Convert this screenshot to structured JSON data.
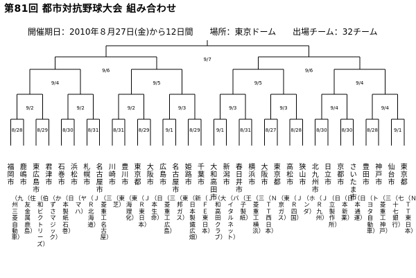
{
  "header": {
    "title": "第81回 都市対抗野球大会 組み合わせ",
    "info": "開催期日：2010年８月27日(金)から12日間　　場所：東京ドーム　　出場チーム：32チーム"
  },
  "bracket": {
    "final": "9/7",
    "semis": [
      "9/6",
      "9/6"
    ],
    "quarters": [
      "9/4",
      "9/5",
      "9/5",
      "9/4"
    ],
    "round2": [
      "9/2",
      "9/2",
      "9/2",
      "9/3",
      "9/3",
      "9/3",
      "9/4",
      "9/4"
    ],
    "round1": [
      "8/28",
      "8/29",
      "8/30",
      "8/31",
      "8/31",
      "8/29",
      "9/1",
      "8/29",
      "9/1",
      "8/31",
      "8/27",
      "8/28",
      "8/30",
      "8/30",
      "8/28",
      "9/1"
    ],
    "teams": [
      {
        "city": "福岡市",
        "company": "（九州三菱自動車）"
      },
      {
        "city": "鹿嶋市",
        "company": "（住友金属鹿島）"
      },
      {
        "city": "東広島市",
        "company": "（伯和ビクトリーズ）"
      },
      {
        "city": "君津市",
        "company": "（かずさマジック）"
      },
      {
        "city": "石巻市",
        "company": "（日本製紙石巻）"
      },
      {
        "city": "浜松市",
        "company": "（ヤマハ）"
      },
      {
        "city": "札幌市",
        "company": "（ＪＲ北海道）"
      },
      {
        "city": "名古屋市",
        "company": "（三菱重工名古屋）"
      },
      {
        "city": "川崎市",
        "company": "（東芝）"
      },
      {
        "city": "豊川市",
        "company": "（東海理化）"
      },
      {
        "city": "東京都",
        "company": "（ＪＲ東日本）"
      },
      {
        "city": "大阪市",
        "company": "（日本生命）"
      },
      {
        "city": "広島市",
        "company": "（三菱重工広島）"
      },
      {
        "city": "名古屋市",
        "company": "（東邦ガス）"
      },
      {
        "city": "姫路市",
        "company": "（新日本製鐵広畑）"
      },
      {
        "city": "千葉市",
        "company": "（ＪＦＥ東日本）"
      },
      {
        "city": "大和高田市",
        "company": "（大和高田クラブ）"
      },
      {
        "city": "新潟市",
        "company": "（バイタルネット）"
      },
      {
        "city": "春日井市",
        "company": "（王子製紙）"
      },
      {
        "city": "横浜市",
        "company": "（三菱重工横浜）"
      },
      {
        "city": "大阪市",
        "company": "（ＮＴＴ西日本）"
      },
      {
        "city": "東京都",
        "company": "（東京ガス）"
      },
      {
        "city": "高松市",
        "company": "（ＪＲ四国）"
      },
      {
        "city": "狭山市",
        "company": "（ホンダ）"
      },
      {
        "city": "北九州市",
        "company": "（ＪＲ九州）"
      },
      {
        "city": "日立市",
        "company": "（日立製作所）"
      },
      {
        "city": "京都市",
        "company": "（日本新薬）"
      },
      {
        "city": "さいたま市",
        "company": "（日本通運）"
      },
      {
        "city": "豊田市",
        "company": "（トヨタ自動車）"
      },
      {
        "city": "神戸市",
        "company": "（三菱重工神戸）"
      },
      {
        "city": "仙台市",
        "company": "（七十七銀行）"
      },
      {
        "city": "東京都",
        "company": "（ＮＴＴ東日本）"
      }
    ]
  }
}
